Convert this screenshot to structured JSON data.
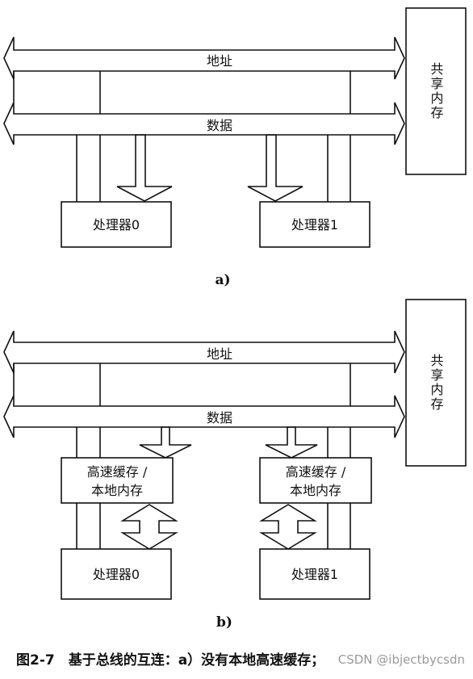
{
  "diagram_a": {
    "bus_address": "地址",
    "bus_data": "数据",
    "shared_memory": "共享内存",
    "processor_0": "处理器0",
    "processor_1": "处理器1",
    "sublabel": "a)"
  },
  "diagram_b": {
    "bus_address": "地址",
    "bus_data": "数据",
    "shared_memory": "共享内存",
    "cache_0_line1": "高速缓存 /",
    "cache_0_line2": "本地内存",
    "cache_1_line1": "高速缓存 /",
    "cache_1_line2": "本地内存",
    "processor_0": "处理器0",
    "processor_1": "处理器1",
    "sublabel": "b)"
  },
  "caption": "图2-7　基于总线的互连：a）没有本地高速缓存；",
  "watermark": "CSDN @ibjectbycsdn"
}
